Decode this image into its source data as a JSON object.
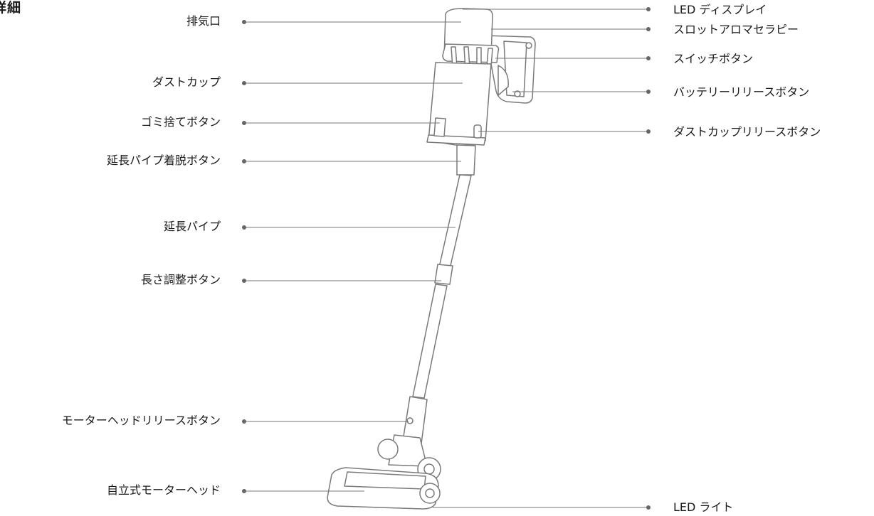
{
  "title": "詳細",
  "colors": {
    "line": "#777777",
    "dot": "#666666",
    "product_stroke": "#7a7a7a",
    "text": "#1a1a1a"
  },
  "left_labels": [
    "排気口",
    "ダストカップ",
    "ゴミ捨てボタン",
    "延長パイプ着脱ボタン",
    "延長パイプ",
    "長さ調整ボタン",
    "モーターヘッドリリースボタン",
    "自立式モーターヘッド"
  ],
  "right_labels": [
    "LED ディスプレイ",
    "スロットアロマセラピー",
    "スイッチボタン",
    "バッテリーリリースボタン",
    "ダストカップリリースボタン",
    "LED ライト"
  ]
}
